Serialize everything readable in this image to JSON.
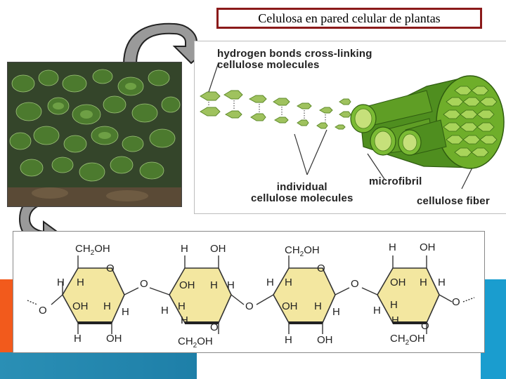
{
  "title": "Celulosa en pared celular de plantas",
  "labels": {
    "hydrogen_bonds_line1": "hydrogen bonds cross-linking",
    "hydrogen_bonds_line2": "cellulose molecules",
    "individual_line1": "individual",
    "individual_line2": "cellulose molecules",
    "microfibril": "microfibril",
    "cellulose_fiber": "cellulose fiber"
  },
  "chem": {
    "ring1": {
      "ch2oh": "CH",
      "ch2oh_sub": "2",
      "ch2oh_oh": "OH",
      "ring_o": "O",
      "h_left_top": "H",
      "h_left_in": "H",
      "oh_left": "OH",
      "h_right_in": "H",
      "h_right_out": "H",
      "h_bottom": "H",
      "oh_bottom": "OH",
      "o_left": "O"
    },
    "link1_o": "O",
    "ring2": {
      "h_top": "H",
      "oh_top": "OH",
      "oh_in": "OH",
      "h_in": "H",
      "h_right": "H",
      "h_left_out": "H",
      "h_left_in": "H",
      "ring_o": "O",
      "h_bottom": "H",
      "ch2oh": "CH",
      "ch2oh_sub": "2",
      "ch2oh_oh": "OH"
    },
    "link2_o": "O",
    "ring3": {
      "ch2oh": "CH",
      "ch2oh_sub": "2",
      "ch2oh_oh": "OH",
      "ring_o": "O",
      "h_left_top": "H",
      "h_left_in": "H",
      "oh_left": "OH",
      "h_right_in": "H",
      "h_right_out": "H",
      "h_bottom": "H",
      "oh_bottom": "OH"
    },
    "link3_o": "O",
    "ring4": {
      "h_top": "H",
      "oh_top": "OH",
      "oh_in": "OH",
      "h_in": "H",
      "h_right": "H",
      "h_left_out": "H",
      "h_left_in": "H",
      "ring_o": "O",
      "h_bottom": "H",
      "ch2oh": "CH",
      "ch2oh_sub": "2",
      "ch2oh_oh": "OH",
      "o_right": "O"
    }
  },
  "colors": {
    "title_border": "#8b1a1a",
    "ring_fill": "#f3e7a0",
    "fiber_green": "#6fae2a",
    "accent_orange": "#f25a1c",
    "accent_teal": "#1a9dcf"
  }
}
